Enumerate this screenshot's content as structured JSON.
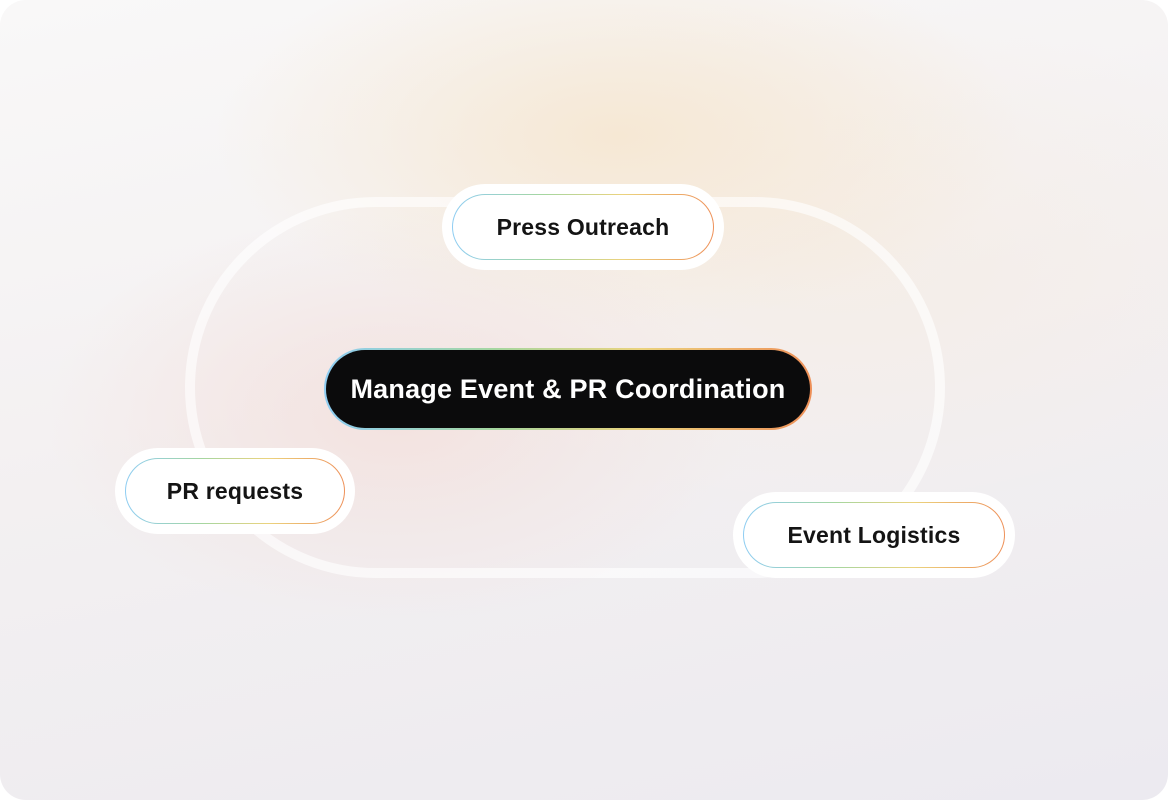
{
  "diagram": {
    "center_node": {
      "label": "Manage Event & PR Coordination"
    },
    "satellites": [
      {
        "id": "press-outreach",
        "label": "Press Outreach"
      },
      {
        "id": "pr-requests",
        "label": "PR requests"
      },
      {
        "id": "event-logistics",
        "label": "Event Logistics"
      }
    ]
  },
  "colors": {
    "canvas_base_top": "#f9f8f8",
    "canvas_base_bottom": "#eceaf0",
    "warm_glow": "#f6e8d4",
    "pink_glow": "#f3e2df",
    "ring_stroke": "rgba(255,255,255,0.62)",
    "gradient_blue": "#8ecdf3",
    "gradient_green": "#a5d6a0",
    "gradient_yellow": "#ebd37e",
    "gradient_orange": "#ee9058",
    "center_node_bg": "#0b0b0c",
    "center_node_text": "#ffffff",
    "satellite_bg": "#ffffff",
    "satellite_text": "#141414",
    "halo": "#ffffff"
  }
}
